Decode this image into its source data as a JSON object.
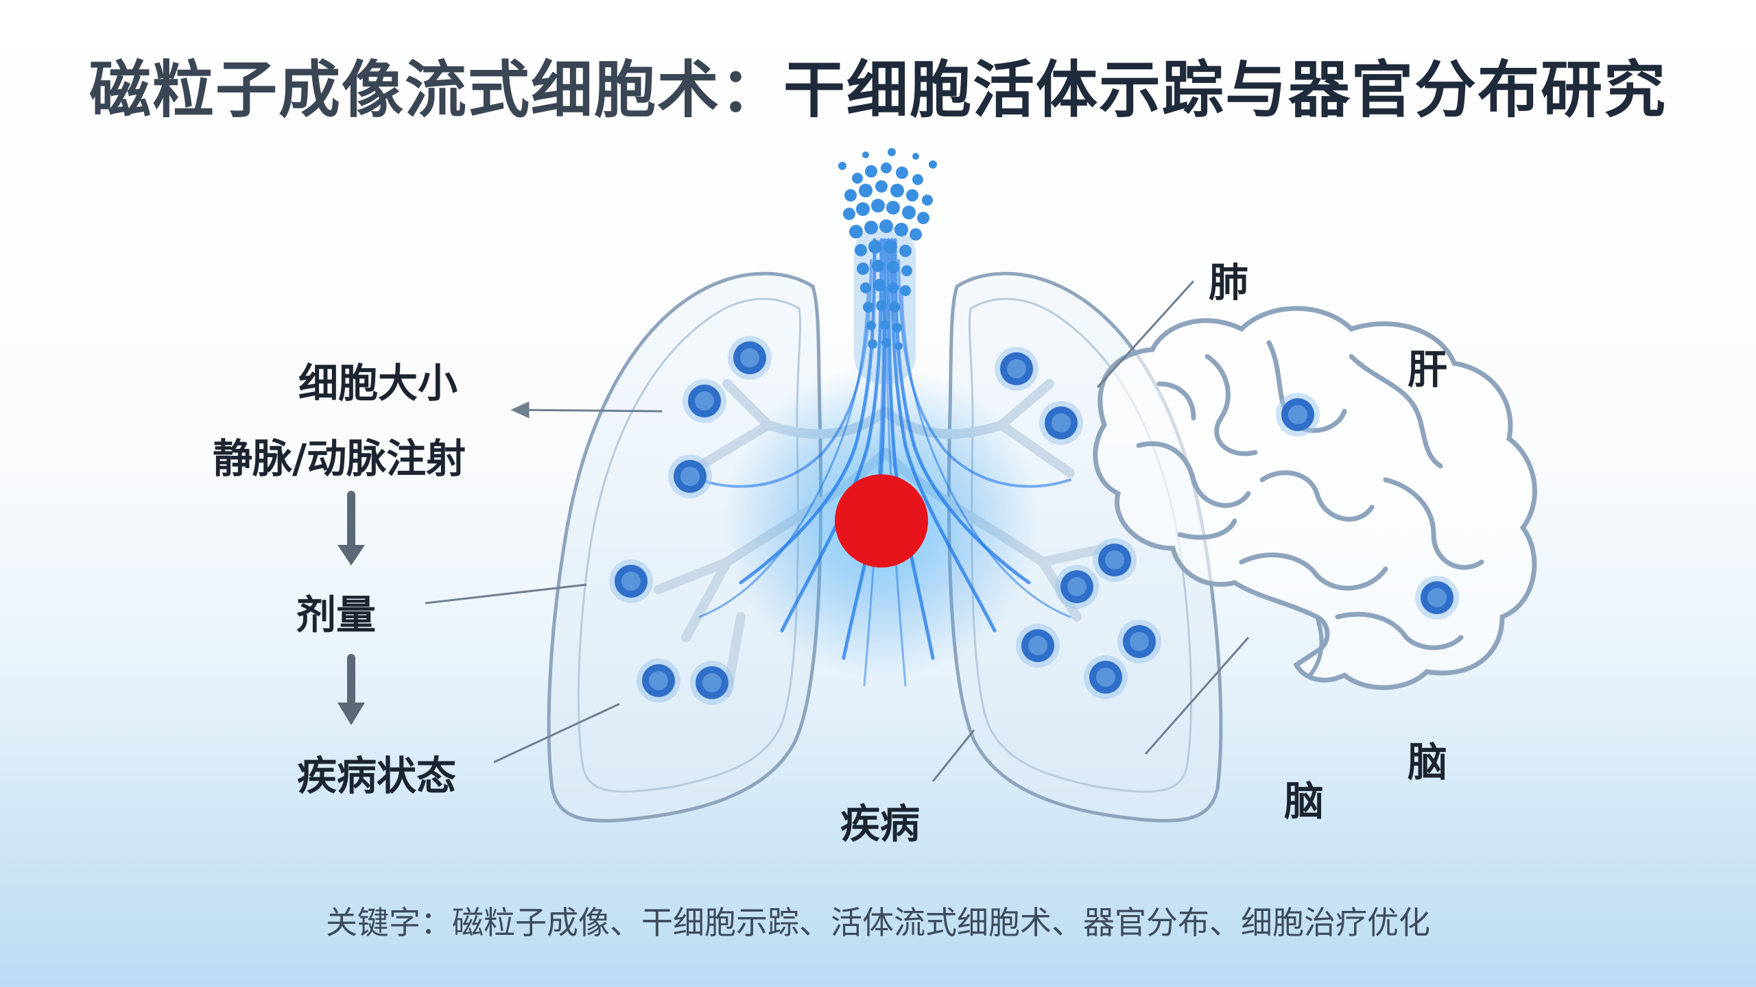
{
  "title": {
    "part1": "磁粒子成像流式细胞术：",
    "part2": "干细胞活体示踪与器官分布研究"
  },
  "left_flow": {
    "factor_1": "细胞大小",
    "factor_2": "静脉/动脉注射",
    "factor_3": "剂量",
    "factor_4": "疾病状态"
  },
  "organ_labels": {
    "lung": "肺",
    "liver": "肝",
    "brain_1": "脑",
    "brain_2": "脑",
    "disease": "疾病"
  },
  "keywords": "关键字：磁粒子成像、干细胞示踪、活体流式细胞术、器官分布、细胞治疗优化",
  "colors": {
    "lesion": "#e8141c",
    "cell": "#2f6fc9",
    "airway": "#1f78e8",
    "outline": "#8ea4bd"
  }
}
